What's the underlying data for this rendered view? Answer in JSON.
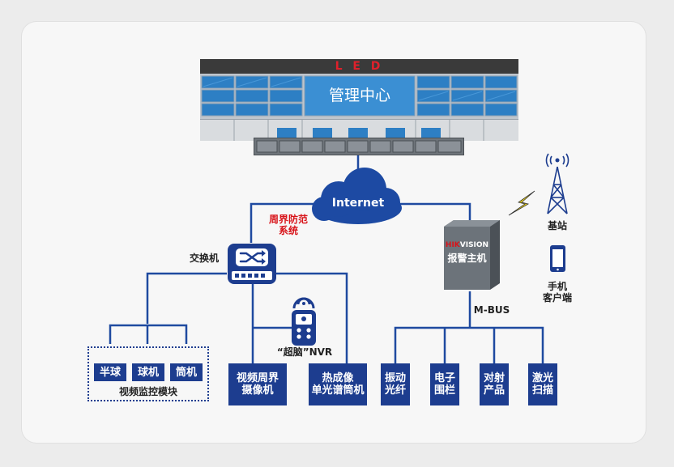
{
  "control_center": {
    "led_label": "L E D",
    "title": "管理中心"
  },
  "network": {
    "internet_label": "Internet",
    "perimeter_system": "周界防范\n系统",
    "switch_label": "交换机",
    "nvr_label": "“超脑”NVR",
    "mbus_label": "M-BUS"
  },
  "alarm_host": {
    "brand_prefix": "HIK",
    "brand_suffix": "VISION",
    "label": "报警主机"
  },
  "mobile": {
    "base_station_label": "基站",
    "client_label": "手机\n客户端"
  },
  "video_module": {
    "title": "视频监控模块",
    "items": [
      "半球",
      "球机",
      "筒机"
    ]
  },
  "video_perimeter_camera": "视频周界\n摄像机",
  "thermal_camera": "热成像\n单光谱筒机",
  "detectors": [
    "振动\n光纤",
    "电子\n围栏",
    "对射\n产品",
    "激光\n扫描"
  ],
  "colors": {
    "navy": "#1d3d8f",
    "line": "#1f4aa0",
    "accent_red": "#d8141a",
    "screen_blue": "#2d7fc4"
  }
}
